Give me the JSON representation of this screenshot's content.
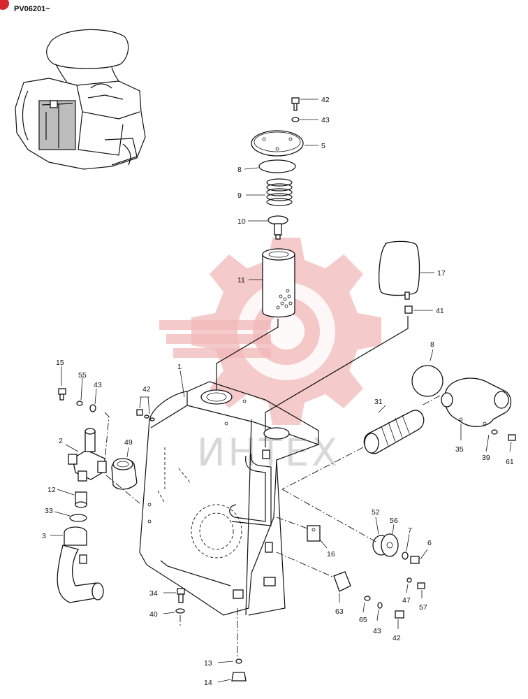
{
  "header": {
    "serial_range": "PV06201~"
  },
  "watermark": {
    "text": "ИНТЕХ",
    "color": "#f2b8b8"
  },
  "callouts": [
    {
      "id": "c42a",
      "label": "42"
    },
    {
      "id": "c43a",
      "label": "43"
    },
    {
      "id": "c5",
      "label": "5"
    },
    {
      "id": "c8a",
      "label": "8"
    },
    {
      "id": "c9",
      "label": "9"
    },
    {
      "id": "c10",
      "label": "10"
    },
    {
      "id": "c11",
      "label": "11"
    },
    {
      "id": "c17",
      "label": "17"
    },
    {
      "id": "c41",
      "label": "41"
    },
    {
      "id": "c8b",
      "label": "8"
    },
    {
      "id": "c35",
      "label": "35"
    },
    {
      "id": "c39",
      "label": "39"
    },
    {
      "id": "c61",
      "label": "61"
    },
    {
      "id": "c31",
      "label": "31"
    },
    {
      "id": "c1",
      "label": "1"
    },
    {
      "id": "c15",
      "label": "15"
    },
    {
      "id": "c55",
      "label": "55"
    },
    {
      "id": "c43b",
      "label": "43"
    },
    {
      "id": "c42b",
      "label": "42"
    },
    {
      "id": "c2",
      "label": "2"
    },
    {
      "id": "c49",
      "label": "49"
    },
    {
      "id": "c12",
      "label": "12"
    },
    {
      "id": "c33",
      "label": "33"
    },
    {
      "id": "c3",
      "label": "3"
    },
    {
      "id": "c52",
      "label": "52"
    },
    {
      "id": "c56",
      "label": "56"
    },
    {
      "id": "c7",
      "label": "7"
    },
    {
      "id": "c6",
      "label": "6"
    },
    {
      "id": "c16",
      "label": "16"
    },
    {
      "id": "c47",
      "label": "47"
    },
    {
      "id": "c57",
      "label": "57"
    },
    {
      "id": "c34",
      "label": "34"
    },
    {
      "id": "c40",
      "label": "40"
    },
    {
      "id": "c63",
      "label": "63"
    },
    {
      "id": "c65",
      "label": "65"
    },
    {
      "id": "c43c",
      "label": "43"
    },
    {
      "id": "c42c",
      "label": "42"
    },
    {
      "id": "c13",
      "label": "13"
    },
    {
      "id": "c14",
      "label": "14"
    }
  ]
}
